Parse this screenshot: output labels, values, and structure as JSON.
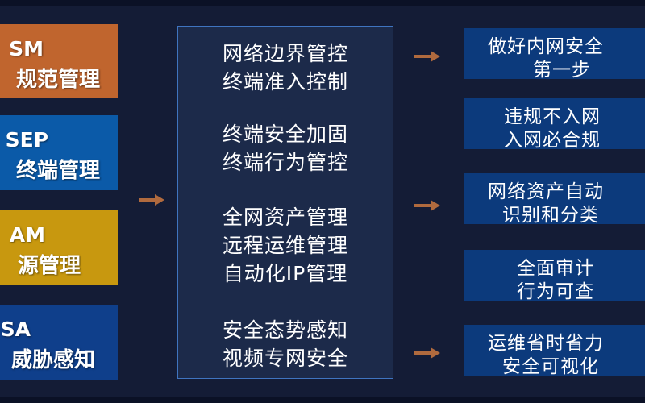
{
  "left_boxes": [
    {
      "code": "SM",
      "label": "规范管理",
      "color": "#c0652e"
    },
    {
      "code": "SEP",
      "label": "终端管理",
      "color": "#0b5aa8"
    },
    {
      "code": "AM",
      "label": "源管理",
      "color": "#c8980f"
    },
    {
      "code": "SA",
      "label": "威胁感知",
      "color": "#0f3f8b"
    }
  ],
  "middle_groups": [
    [
      "网络边界管控",
      "终端准入控制"
    ],
    [
      "终端安全加固",
      "终端行为管控"
    ],
    [
      "全网资产管理",
      "远程运维管理",
      "自动化IP管理"
    ],
    [
      "安全态势感知",
      "视频专网安全"
    ]
  ],
  "right_boxes": [
    [
      "做好内网安全",
      "第一步"
    ],
    [
      "违规不入网",
      "入网必合规"
    ],
    [
      "网络资产自动",
      "识别和分类"
    ],
    [
      "全面审计",
      "行为可查"
    ],
    [
      "运维省时省力",
      "安全可视化"
    ]
  ],
  "arrow_color": "#b06a3e"
}
